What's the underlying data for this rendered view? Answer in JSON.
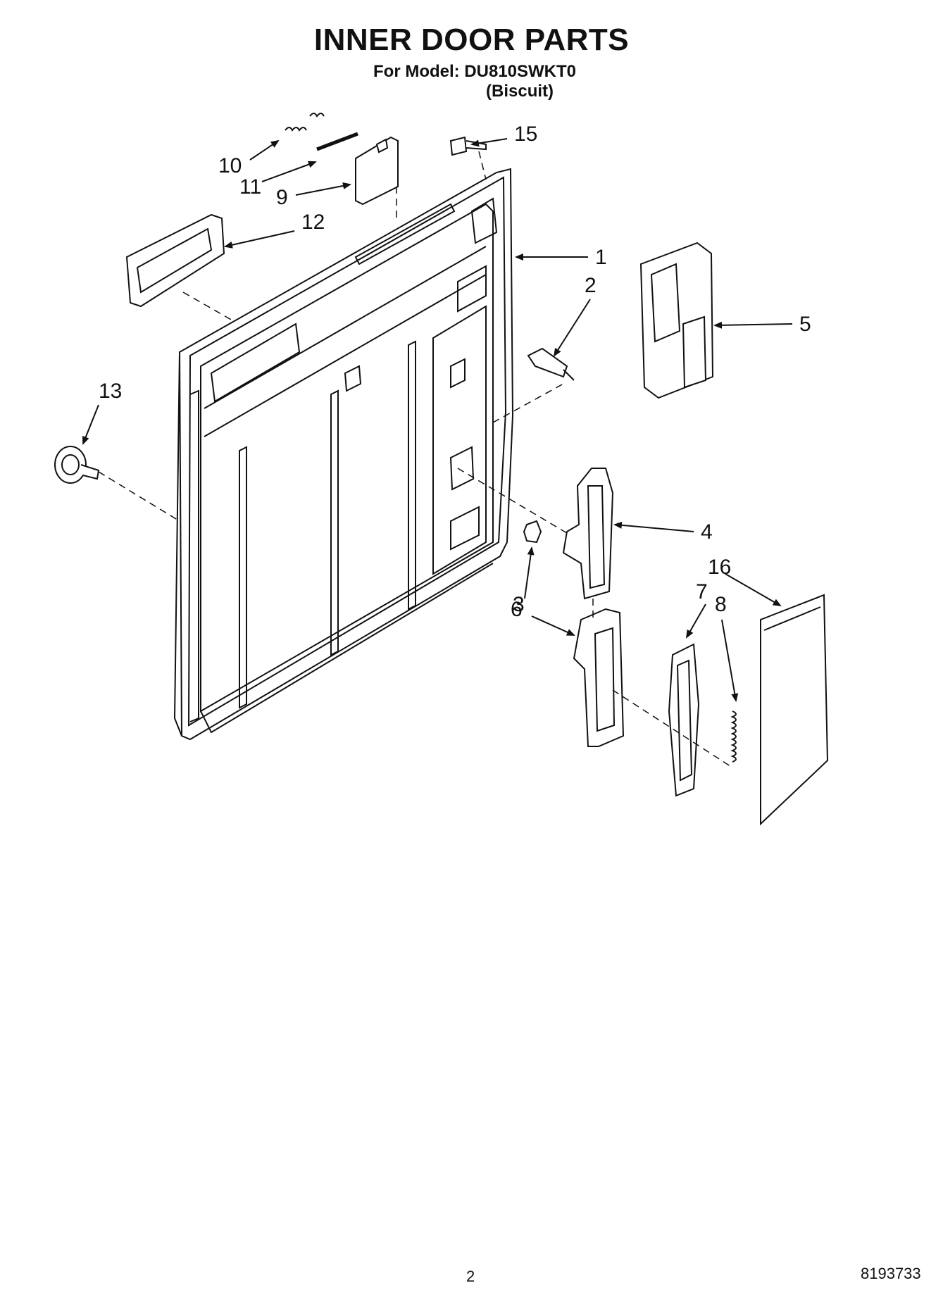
{
  "header": {
    "title": "INNER DOOR PARTS",
    "model_line": "For Model: DU810SWKT0",
    "color_line": "(Biscuit)"
  },
  "callouts": {
    "c1": "1",
    "c2": "2",
    "c3": "3",
    "c4": "4",
    "c5": "5",
    "c6": "6",
    "c7": "7",
    "c8": "8",
    "c9": "9",
    "c10": "10",
    "c11": "11",
    "c12": "12",
    "c13": "13",
    "c15": "15",
    "c16": "16"
  },
  "footer": {
    "page_number": "2",
    "document_number": "8193733"
  }
}
